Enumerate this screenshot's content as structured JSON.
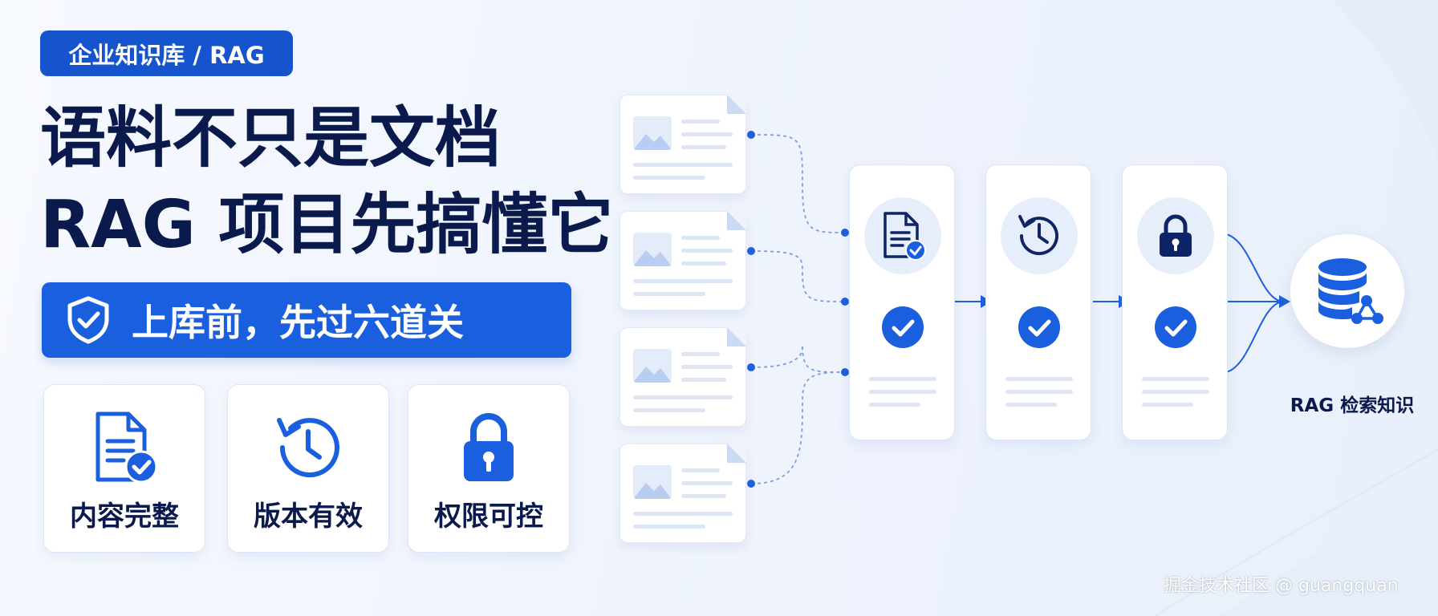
{
  "tag": "企业知识库 / RAG",
  "title_line1": "语料不只是文档",
  "title_line2": "RAG 项目先搞懂它",
  "banner": "上库前，先过六道关",
  "features": [
    {
      "label": "内容完整",
      "icon": "document-check-icon"
    },
    {
      "label": "版本有效",
      "icon": "history-clock-icon"
    },
    {
      "label": "权限可控",
      "icon": "lock-icon"
    }
  ],
  "steps": [
    {
      "icon": "document-check-icon"
    },
    {
      "icon": "history-clock-icon"
    },
    {
      "icon": "lock-icon"
    }
  ],
  "target_label": "RAG 检索知识",
  "watermark": "掘金技术社区 @ guangquan",
  "colors": {
    "accent": "#1a5fde",
    "navy": "#0b1a4c",
    "line": "#1f5fdc"
  }
}
